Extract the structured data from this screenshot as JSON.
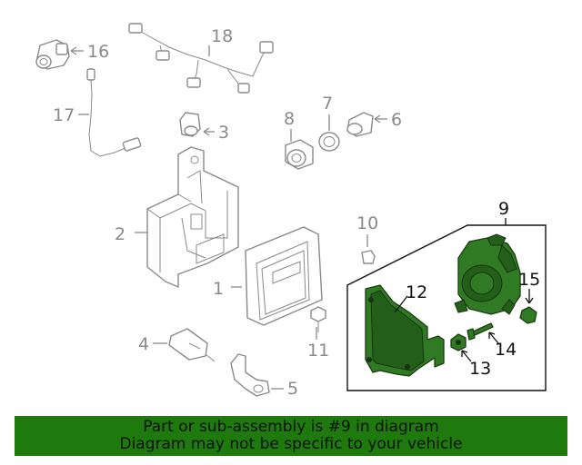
{
  "callouts": {
    "c1": "1",
    "c2": "2",
    "c3": "3",
    "c4": "4",
    "c5": "5",
    "c6": "6",
    "c7": "7",
    "c8": "8",
    "c9": "9",
    "c10": "10",
    "c11": "11",
    "c12": "12",
    "c13": "13",
    "c14": "14",
    "c15": "15",
    "c16": "16",
    "c17": "17",
    "c18": "18"
  },
  "highlighted_assembly": "9",
  "banner": {
    "line1": "Part or sub-assembly is #9 in diagram",
    "line2": "Diagram may not be specific to your vehicle"
  },
  "colors": {
    "banner_bg": "#1f7a0e",
    "highlight_part": "#2f7a22",
    "callout_gray": "#8a8a8a"
  }
}
